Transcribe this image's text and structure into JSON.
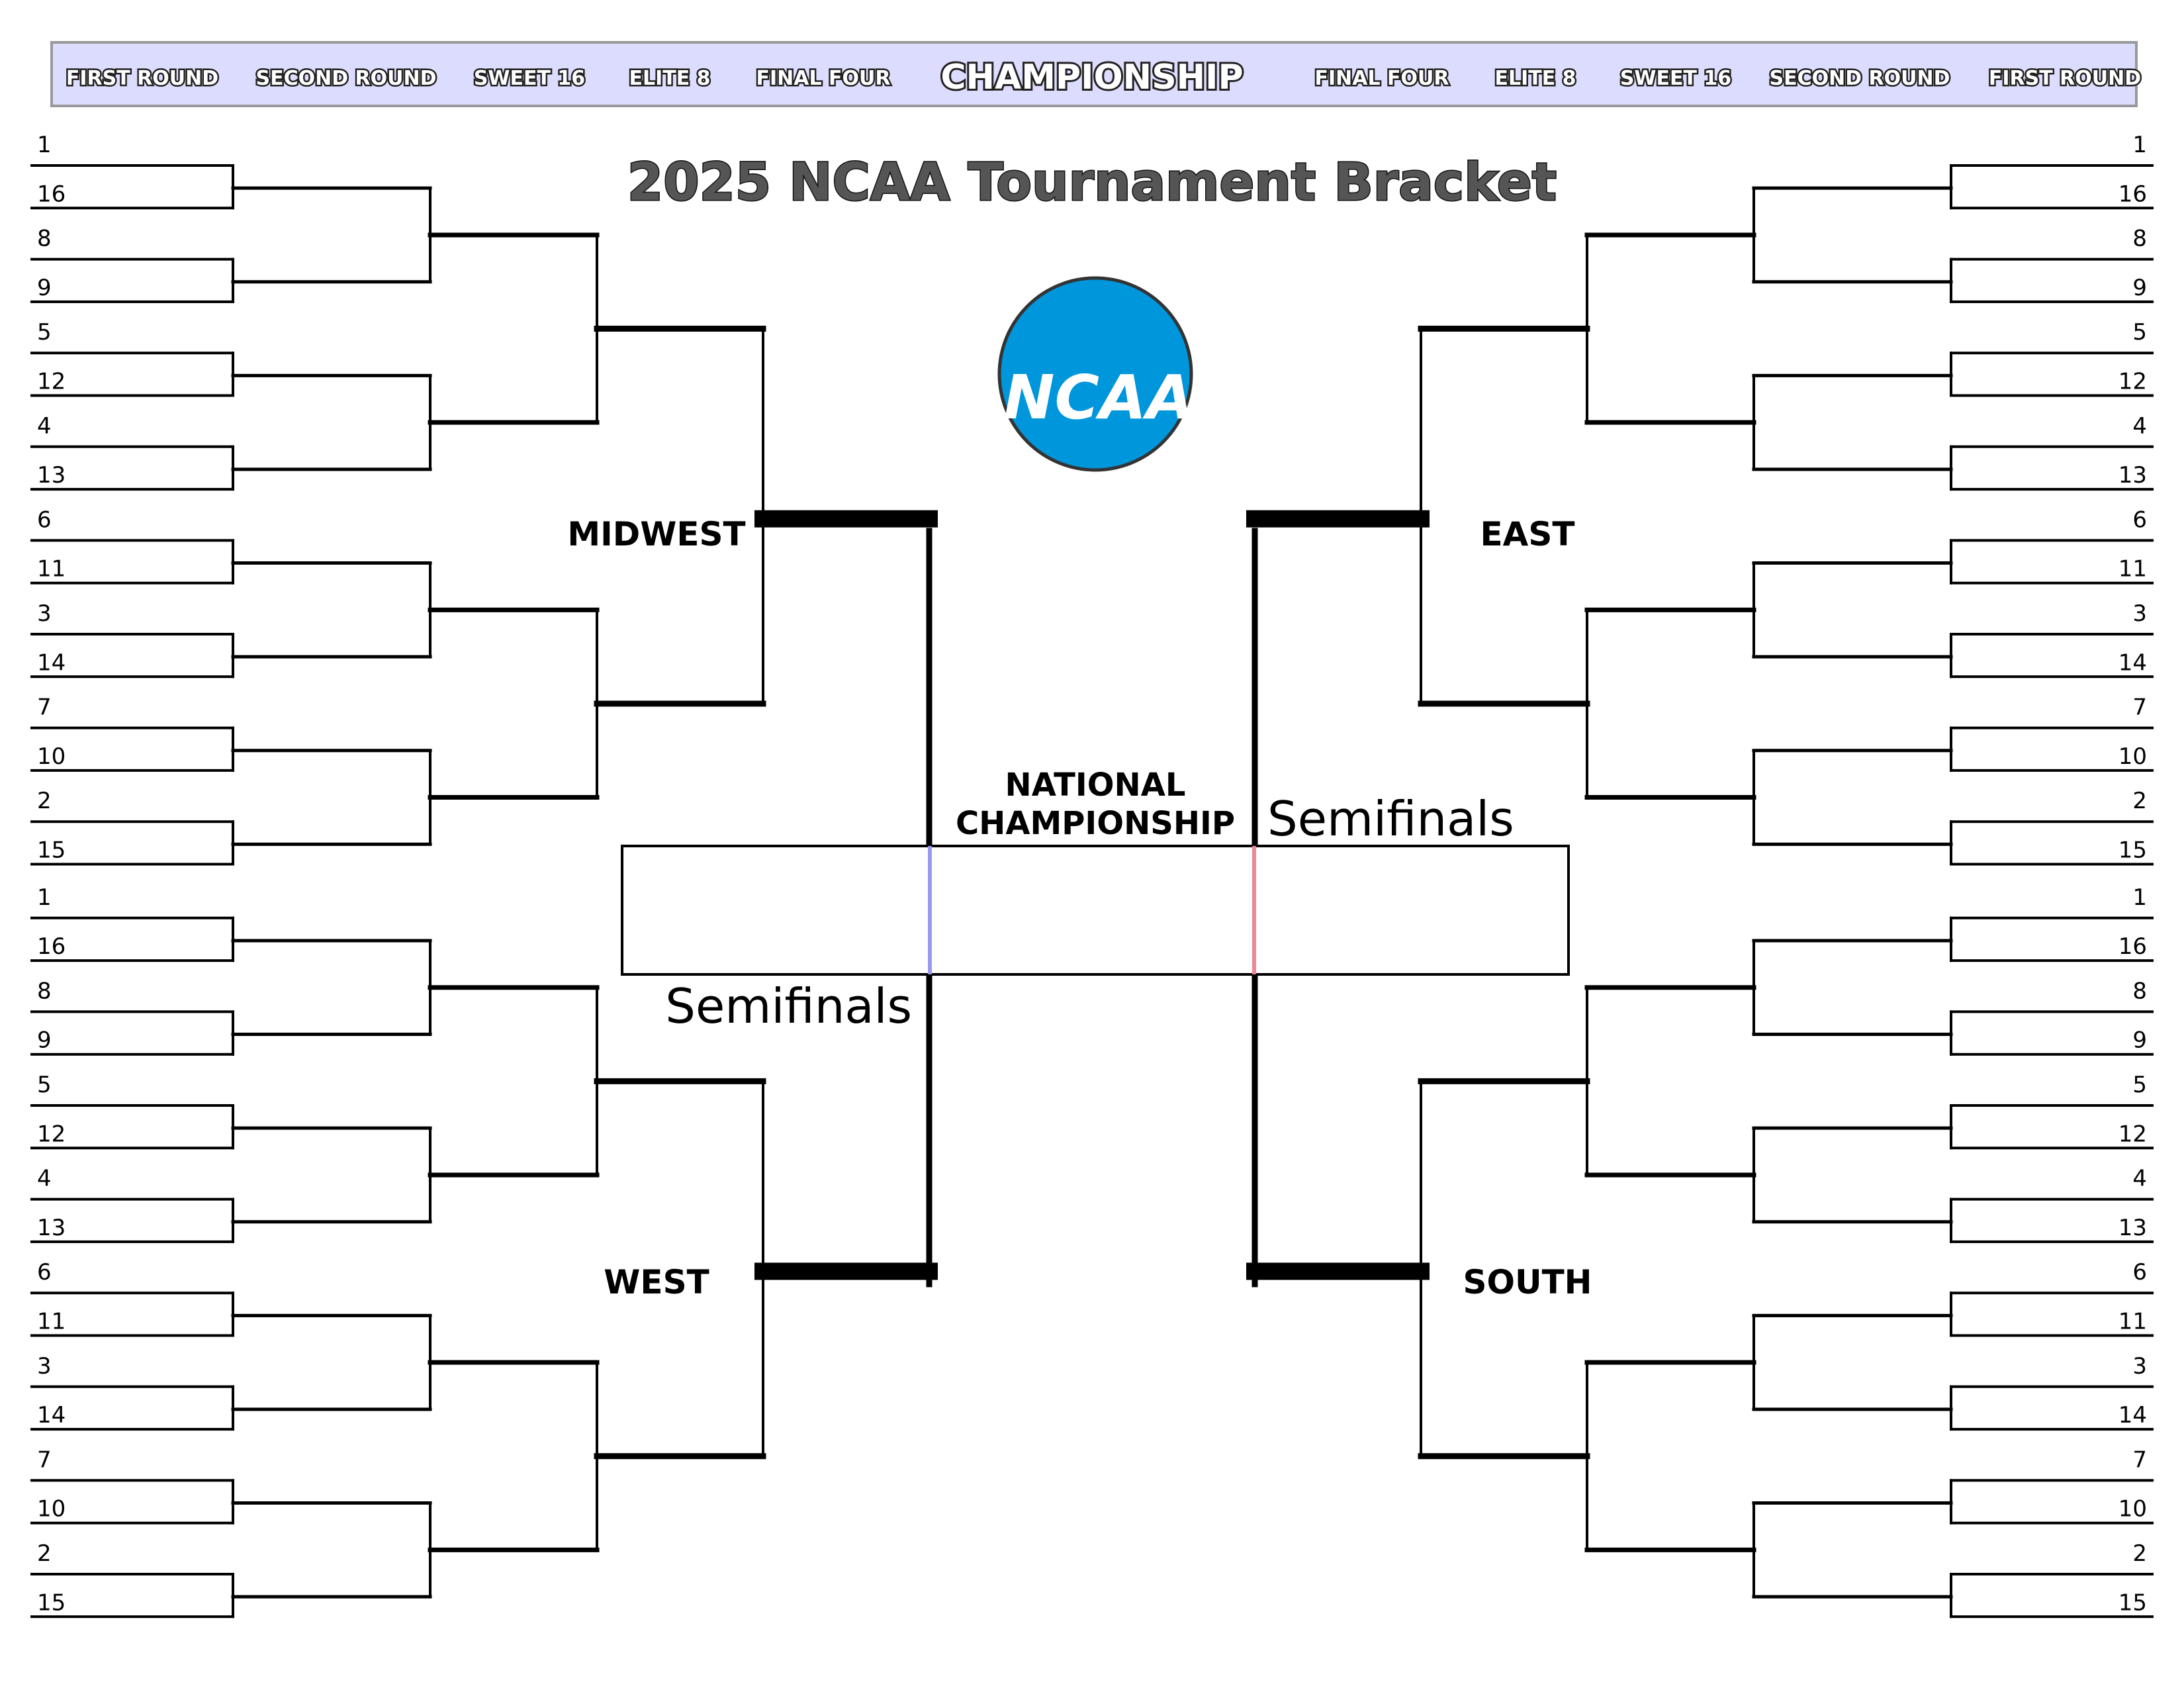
{
  "header": {
    "rounds": [
      {
        "id": "l-first",
        "label": "FIRST ROUND"
      },
      {
        "id": "l-second",
        "label": "SECOND ROUND"
      },
      {
        "id": "l-sweet",
        "label": "SWEET 16"
      },
      {
        "id": "l-elite",
        "label": "ELITE 8"
      },
      {
        "id": "l-final",
        "label": "FINAL FOUR"
      },
      {
        "id": "champ",
        "label": "CHAMPIONSHIP"
      },
      {
        "id": "r-final",
        "label": "FINAL FOUR"
      },
      {
        "id": "r-elite",
        "label": "ELITE 8"
      },
      {
        "id": "r-sweet",
        "label": "SWEET 16"
      },
      {
        "id": "r-second",
        "label": "SECOND ROUND"
      },
      {
        "id": "r-first",
        "label": "FIRST ROUND"
      }
    ],
    "bar_color": "#dcdcff"
  },
  "title": "2025 NCAA Tournament Bracket",
  "logo": {
    "text": "NCAA",
    "color": "#0096dc"
  },
  "regions": {
    "midwest": "MIDWEST",
    "west": "WEST",
    "east": "EAST",
    "south": "SOUTH"
  },
  "seed_order": [
    "1",
    "16",
    "8",
    "9",
    "5",
    "12",
    "4",
    "13",
    "6",
    "11",
    "3",
    "14",
    "7",
    "10",
    "2",
    "15"
  ],
  "center": {
    "national_line1": "NATIONAL",
    "national_line2": "CHAMPIONSHIP",
    "semifinals_top": "Semifinals",
    "semifinals_bottom": "Semifinals",
    "left_accent": "#9999ee",
    "right_accent": "#ee8899"
  }
}
